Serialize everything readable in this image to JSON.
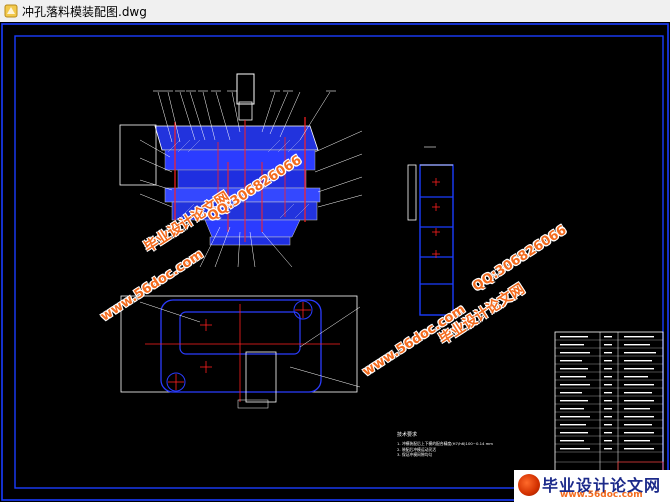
{
  "window": {
    "title": "冲孔落料模装配图.dwg"
  },
  "drawing": {
    "notes_title": "技术要求",
    "notes": [
      "1. 冲模装配后上下模的配合精度(H7/h6)100~0.14 mm",
      "2. 装配后冲模运动灵活",
      "3. 保证冲模间隙均匀"
    ],
    "colors": {
      "frame": "#0a2cff",
      "part": "#2b3cff",
      "red": "#ff2020",
      "white": "#ffffff"
    }
  },
  "watermarks": {
    "site": "www.56doc.com",
    "qq": "QQ:306826066",
    "cn": "毕业设计论文网"
  },
  "logo": {
    "cn": "毕业设计论文网",
    "url": "www.56doc.com"
  }
}
